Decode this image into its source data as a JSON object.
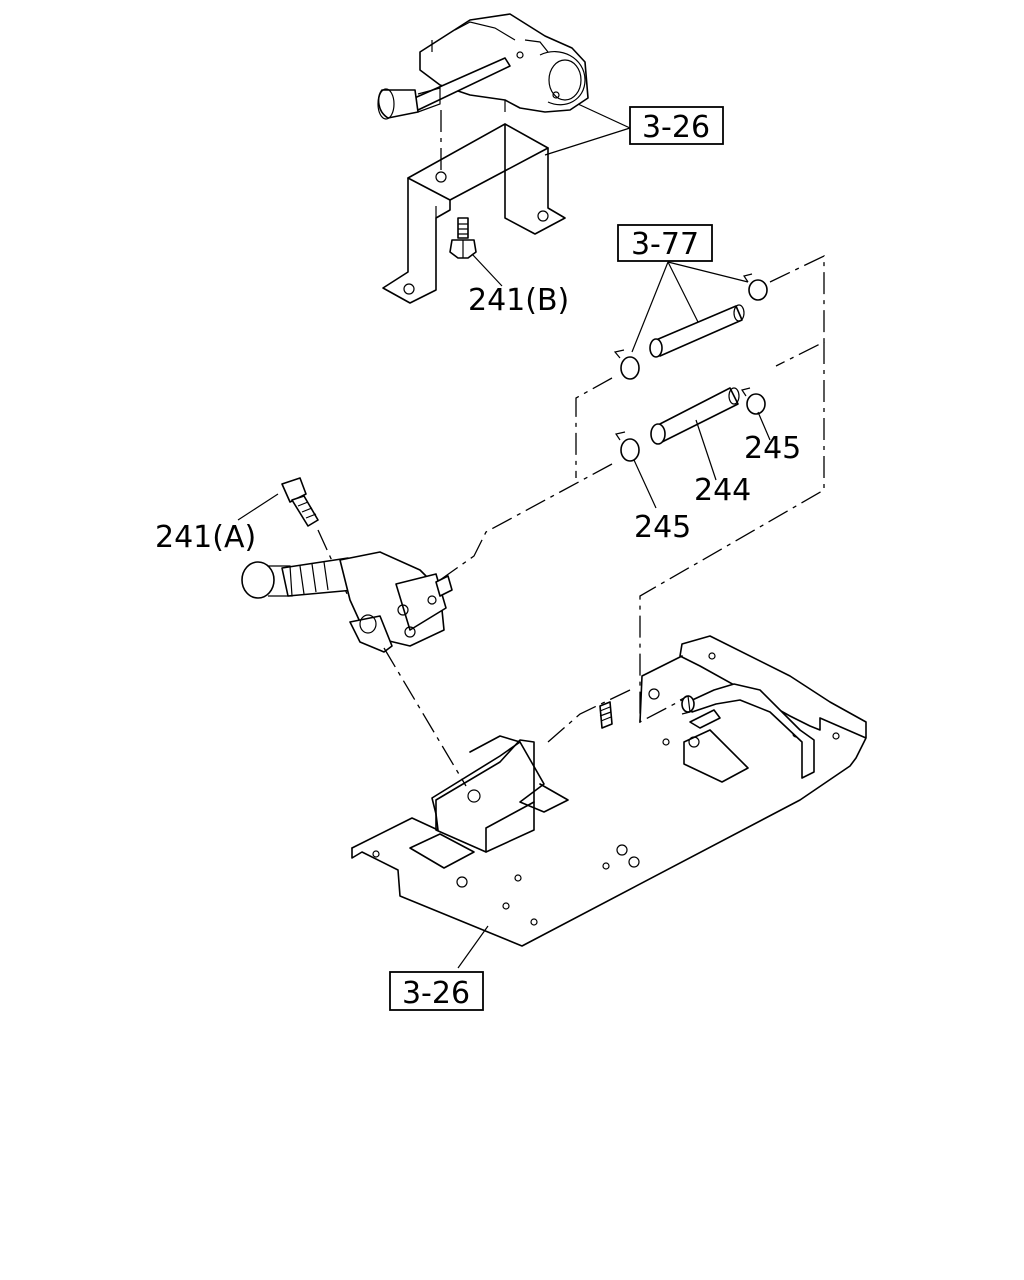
{
  "callouts": {
    "ref_top": "3-26",
    "ref_hose": "3-77",
    "ref_bottom": "3-26",
    "bolt_b": "241(B)",
    "bolt_a": "241(A)",
    "hose": "244",
    "clamp_right": "245",
    "clamp_left": "245"
  }
}
